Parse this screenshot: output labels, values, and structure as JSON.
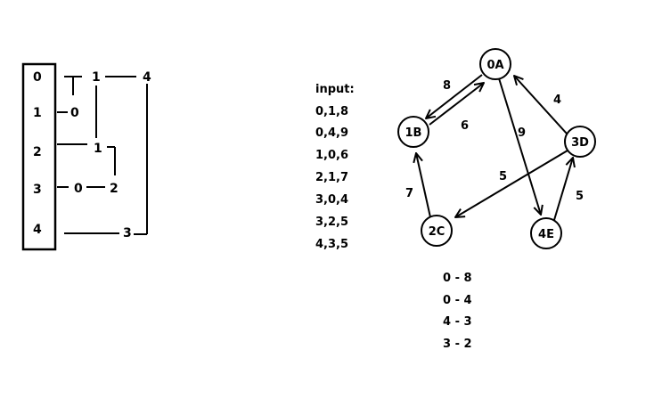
{
  "adjacency": {
    "indices": [
      "0",
      "1",
      "2",
      "3",
      "4"
    ],
    "labels": {
      "r0_a": "1",
      "r0_b": "4",
      "r1_a": "0",
      "r2_a": "1",
      "r3_a": "0",
      "r3_b": "2",
      "r4_a": "3"
    }
  },
  "input": {
    "title": "input:",
    "lines": [
      "0,1,8",
      "0,4,9",
      "1,0,6",
      "2,1,7",
      "3,0,4",
      "3,2,5",
      "4,3,5"
    ]
  },
  "graph": {
    "nodes": [
      {
        "id": "0A",
        "label": "0A"
      },
      {
        "id": "1B",
        "label": "1B"
      },
      {
        "id": "2C",
        "label": "2C"
      },
      {
        "id": "3D",
        "label": "3D"
      },
      {
        "id": "4E",
        "label": "4E"
      }
    ],
    "edges": [
      {
        "from": "0A",
        "to": "1B",
        "weight": "8"
      },
      {
        "from": "1B",
        "to": "0A",
        "weight": "6"
      },
      {
        "from": "0A",
        "to": "4E",
        "weight": "9"
      },
      {
        "from": "2C",
        "to": "1B",
        "weight": "7"
      },
      {
        "from": "3D",
        "to": "0A",
        "weight": "4"
      },
      {
        "from": "3D",
        "to": "2C",
        "weight": "5"
      },
      {
        "from": "4E",
        "to": "3D",
        "weight": "5"
      }
    ]
  },
  "result": {
    "lines": [
      "0 - 8",
      "0 - 4",
      "4 - 3",
      "3 - 2"
    ]
  }
}
